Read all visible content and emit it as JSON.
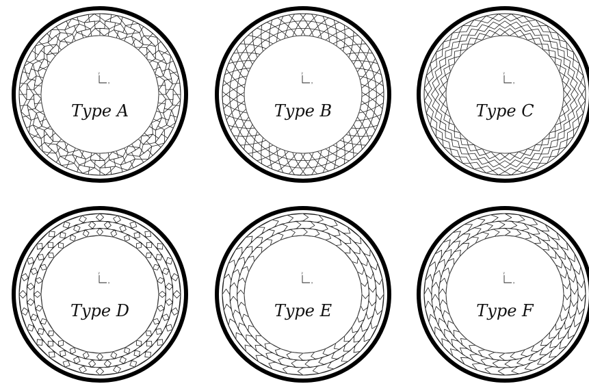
{
  "figure": {
    "panels": [
      {
        "id": "A",
        "label": "Type A",
        "cell": "pentagon-alt"
      },
      {
        "id": "B",
        "label": "Type B",
        "cell": "hexagon"
      },
      {
        "id": "C",
        "label": "Type C",
        "cell": "rhombus"
      },
      {
        "id": "D",
        "label": "Type D",
        "cell": "reentrant-brick"
      },
      {
        "id": "E",
        "label": "Type E",
        "cell": "chevron"
      },
      {
        "id": "F",
        "label": "Type F",
        "cell": "sharp-chevron"
      }
    ],
    "axis_labels": {
      "x": "x",
      "y": "y"
    },
    "colors": {
      "outer_ring": "#000000",
      "lattice": "#1a1a1a",
      "inner_ring": "#444444",
      "background": "#ffffff"
    }
  }
}
